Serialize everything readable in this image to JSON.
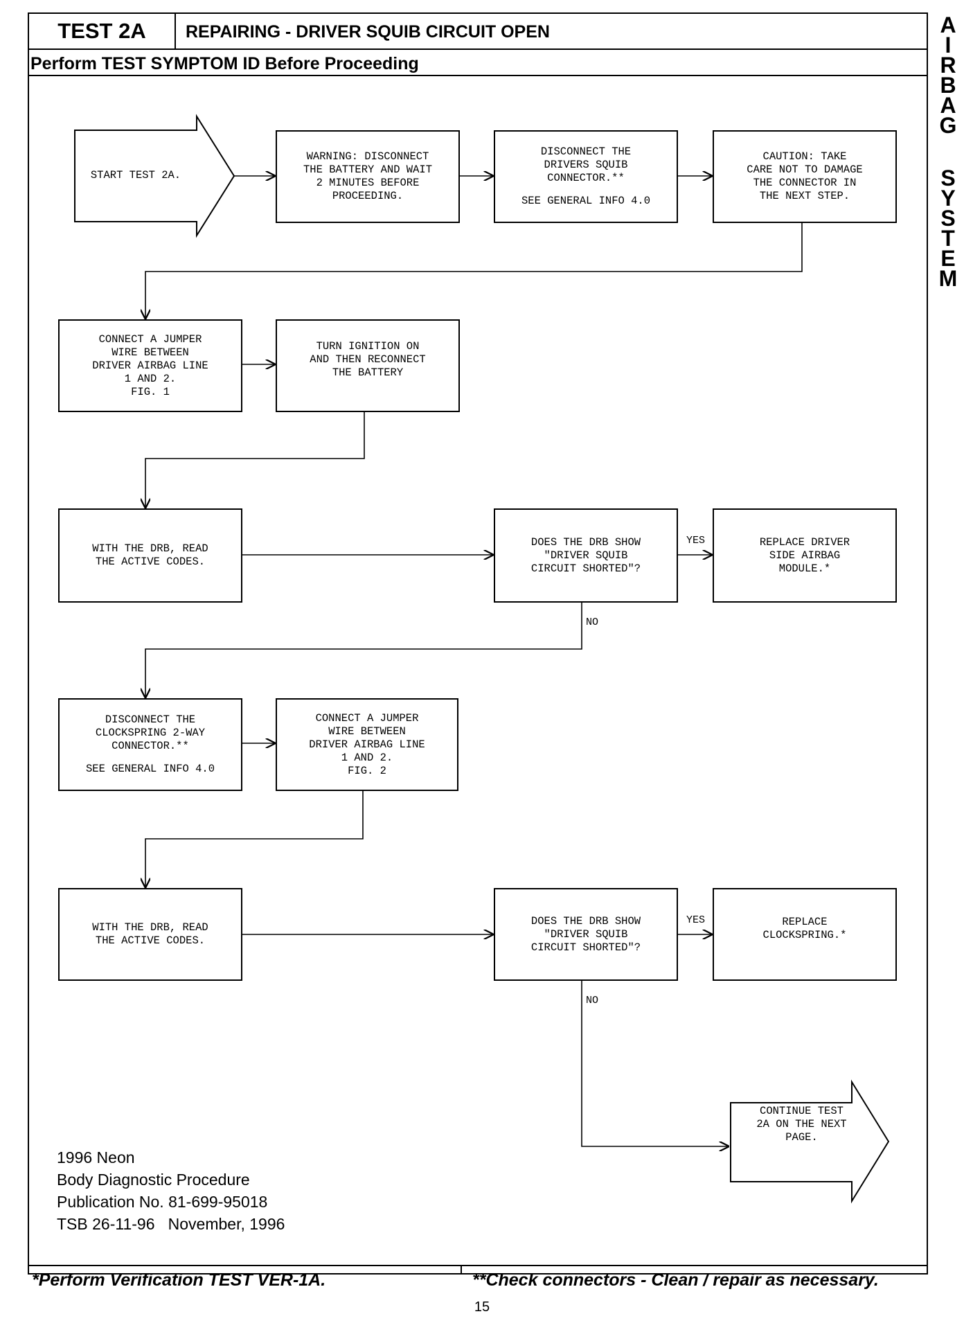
{
  "header": {
    "test_id": "TEST 2A",
    "title": "REPAIRING - DRIVER SQUIB CIRCUIT OPEN",
    "subtitle": "Perform TEST SYMPTOM ID Before Proceeding"
  },
  "side_tab": [
    "A",
    "I",
    "R",
    "B",
    "A",
    "G",
    "",
    "S",
    "Y",
    "S",
    "T",
    "E",
    "M"
  ],
  "flow": {
    "start": "START TEST 2A.",
    "warning": "WARNING: DISCONNECT\nTHE BATTERY AND WAIT\n2 MINUTES BEFORE\nPROCEEDING.",
    "disconnect_squib": "DISCONNECT THE\nDRIVERS SQUIB\nCONNECTOR.**",
    "disconnect_squib_ref": "SEE GENERAL INFO 4.0",
    "caution": "CAUTION:  TAKE\nCARE NOT TO DAMAGE\nTHE CONNECTOR IN\nTHE NEXT STEP.",
    "jumper_1": "CONNECT A JUMPER\nWIRE BETWEEN\nDRIVER AIRBAG LINE\n1 AND 2.\nFIG. 1",
    "ignition_on": "TURN IGNITION ON\nAND THEN RECONNECT\nTHE BATTERY",
    "read_codes_1": "WITH THE DRB, READ\nTHE ACTIVE CODES.",
    "question_1": "DOES THE DRB SHOW\n\"DRIVER SQUIB\nCIRCUIT SHORTED\"?",
    "replace_module": "REPLACE DRIVER\nSIDE AIRBAG\nMODULE.*",
    "disconnect_clockspring": "DISCONNECT THE\nCLOCKSPRING 2-WAY\nCONNECTOR.**",
    "disconnect_clockspring_ref": "SEE GENERAL INFO 4.0",
    "jumper_2": "CONNECT A JUMPER\nWIRE BETWEEN\nDRIVER AIRBAG LINE\n1 AND 2.\nFIG. 2",
    "read_codes_2": "WITH THE DRB, READ\nTHE ACTIVE CODES.",
    "question_2": "DOES THE DRB SHOW\n\"DRIVER SQUIB\nCIRCUIT SHORTED\"?",
    "replace_clockspring": "REPLACE\nCLOCKSPRING.*",
    "continue": "CONTINUE TEST\n2A ON THE NEXT\nPAGE.",
    "yes_label_1": "YES",
    "no_label_1": "NO",
    "yes_label_2": "YES",
    "no_label_2": "NO"
  },
  "publication": {
    "line1": "1996 Neon",
    "line2": "Body Diagnostic Procedure",
    "line3": "Publication No. 81-699-95018",
    "line4": "TSB 26-11-96   November, 1996"
  },
  "footer": {
    "left": "*Perform Verification TEST VER-1A.",
    "right": "**Check connectors - Clean / repair as necessary."
  },
  "page_number": "15"
}
